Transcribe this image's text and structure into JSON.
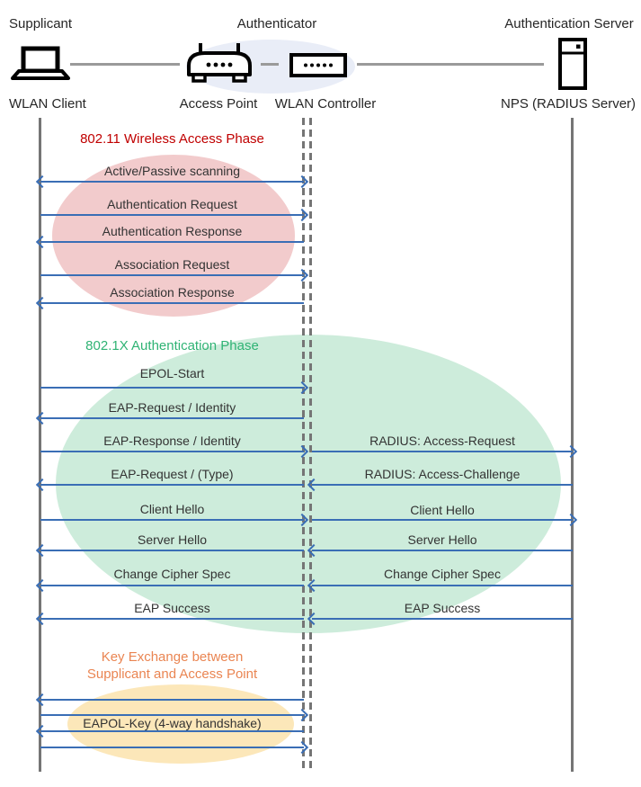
{
  "actors": {
    "supplicant": {
      "role": "Supplicant",
      "device": "WLAN Client"
    },
    "authenticator": {
      "role": "Authenticator",
      "device_ap": "Access Point",
      "device_wlc": "WLAN Controller"
    },
    "auth_server": {
      "role": "Authentication Server",
      "device": "NPS (RADIUS Server)"
    }
  },
  "icons": {
    "laptop": "laptop-icon",
    "access_point": "wireless-router-icon",
    "wlan_controller": "controller-switch-icon",
    "server": "server-icon"
  },
  "colors": {
    "arrow_blue": "#3a6eb5",
    "lifeline_gray": "#757575",
    "phase1_title": "#c00000",
    "phase2_title": "#2fb374",
    "phase3_title": "#ea8552",
    "phase1_ellipse": "#f2cbcc",
    "phase2_ellipse": "#cdecdb",
    "phase3_ellipse": "#fce7b9",
    "authenticator_ellipse": "#e9edf7"
  },
  "phase1": {
    "title": "802.11 Wireless Access Phase",
    "messages": [
      "Active/Passive scanning",
      "Authentication Request",
      "Authentication Response",
      "Association Request",
      "Association Response"
    ]
  },
  "phase2": {
    "title": "802.1X Authentication Phase",
    "left_messages": [
      "EPOL-Start",
      "EAP-Request / Identity",
      "EAP-Response / Identity",
      "EAP-Request / (Type)",
      "Client Hello",
      "Server Hello",
      "Change Cipher Spec",
      "EAP Success"
    ],
    "right_messages": [
      "RADIUS: Access-Request",
      "RADIUS: Access-Challenge",
      "Client Hello",
      "Server Hello",
      "Change Cipher Spec",
      "EAP Success"
    ]
  },
  "phase3": {
    "title_line1": "Key Exchange between",
    "title_line2": "Supplicant and Access Point",
    "label": "EAPOL-Key (4-way handshake)"
  }
}
